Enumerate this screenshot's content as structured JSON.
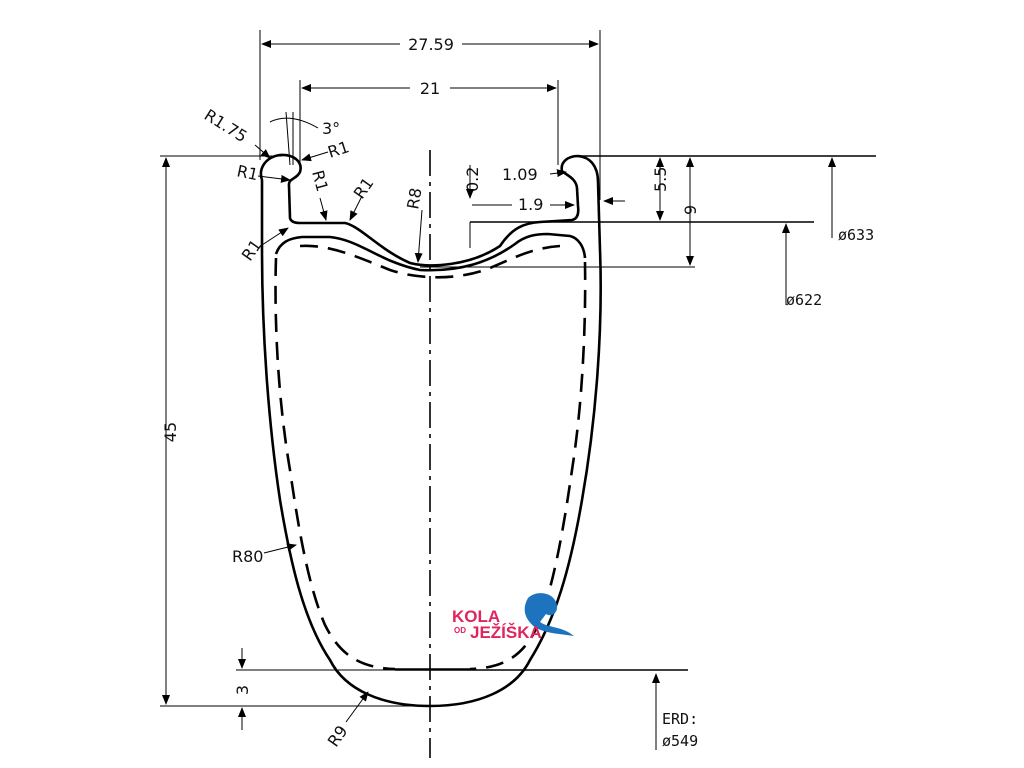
{
  "dimensions": {
    "outer_width": "27.59",
    "inner_width": "21",
    "angle": "3°",
    "r175": "R1.75",
    "r1_a": "R1",
    "r1_b": "R1",
    "r1_c": "R1",
    "r1_d": "R1",
    "r1_e": "R1",
    "r8": "R8",
    "r80": "R80",
    "r9": "R9",
    "height": "45",
    "bead_offset": "0.2",
    "hook_w1": "1.09",
    "hook_w2": "1.9",
    "hook_h": "5.5",
    "bed_h": "9",
    "base_h": "3"
  },
  "diameters": {
    "d633": "ø633",
    "d622": "ø622",
    "erd_label": "ERD:",
    "erd_value": "ø549"
  },
  "logo": {
    "line1": "KOLA",
    "od": "OD",
    "line2": "JEŽÍŠKA",
    "accent_color": "#e0245e",
    "figure_color": "#1e73be"
  }
}
